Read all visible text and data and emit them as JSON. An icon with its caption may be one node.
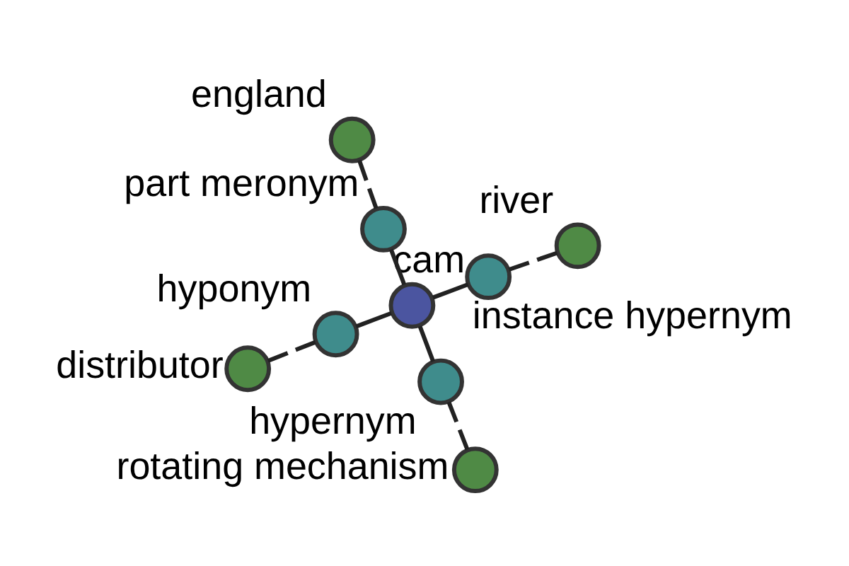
{
  "diagram": {
    "nodes": [
      {
        "text": [],
        "shape": "circle",
        "beside": [
          "cam"
        ]
      },
      {
        "text": [],
        "shape": "circle",
        "beside": [
          "part meronym"
        ]
      },
      {
        "text": [],
        "shape": "circle",
        "beside": [
          "hyponym"
        ]
      },
      {
        "text": [],
        "shape": "circle",
        "beside": [
          "instance hypernym"
        ]
      },
      {
        "text": [],
        "shape": "circle",
        "beside": [
          "hypernym"
        ]
      },
      {
        "text": [],
        "shape": "circle",
        "beside": [
          "england"
        ]
      },
      {
        "text": [],
        "shape": "circle",
        "beside": [
          "distributor"
        ]
      },
      {
        "text": [],
        "shape": "circle",
        "beside": [
          "river"
        ]
      },
      {
        "text": [],
        "shape": "circle",
        "beside": [
          "rotating mechanism"
        ]
      }
    ],
    "edges": [
      {
        "from": 0,
        "to": 1,
        "arrow": "none"
      },
      {
        "from": 0,
        "to": 2,
        "arrow": "none"
      },
      {
        "from": 0,
        "to": 3,
        "arrow": "none"
      },
      {
        "from": 0,
        "to": 4,
        "arrow": "none"
      },
      {
        "from": 1,
        "to": 5,
        "arrow": "none",
        "style": "dashed"
      },
      {
        "from": 2,
        "to": 6,
        "arrow": "none",
        "style": "dashed"
      },
      {
        "from": 3,
        "to": 7,
        "arrow": "none",
        "style": "dashed"
      },
      {
        "from": 4,
        "to": 8,
        "arrow": "none",
        "style": "dashed"
      }
    ]
  }
}
